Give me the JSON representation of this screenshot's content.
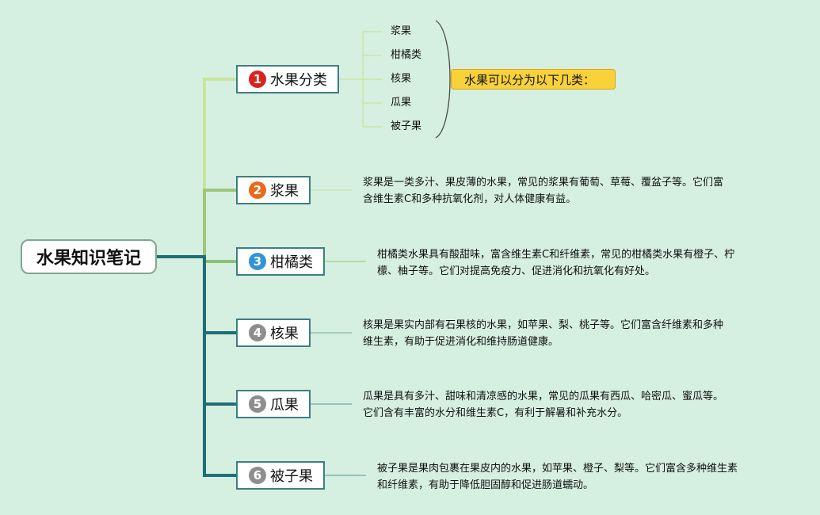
{
  "root": {
    "title": "水果知识笔记"
  },
  "branches": [
    {
      "num": "1",
      "label": "水果分类",
      "color": "#d9241c"
    },
    {
      "num": "2",
      "label": "浆果",
      "color": "#e86a1c"
    },
    {
      "num": "3",
      "label": "柑橘类",
      "color": "#2f94d9"
    },
    {
      "num": "4",
      "label": "核果",
      "color": "#8e8e8e"
    },
    {
      "num": "5",
      "label": "瓜果",
      "color": "#8e8e8e"
    },
    {
      "num": "6",
      "label": "被子果",
      "color": "#8e8e8e"
    }
  ],
  "categories": {
    "items": [
      "浆果",
      "柑橘类",
      "核果",
      "瓜果",
      "被子果"
    ],
    "summary": "水果可以分为以下几类："
  },
  "descriptions": [
    {
      "line1": "浆果是一类多汁、果皮薄的水果，常见的浆果有葡萄、草莓、覆盆子等。它们富",
      "line2": "含维生素C和多种抗氧化剂，对人体健康有益。"
    },
    {
      "line1": "柑橘类水果具有酸甜味，富含维生素C和纤维素，常见的柑橘类水果有橙子、柠",
      "line2": "檬、柚子等。它们对提高免疫力、促进消化和抗氧化有好处。"
    },
    {
      "line1": "核果是果实内部有石果核的水果，如苹果、梨、桃子等。它们富含纤维素和多种",
      "line2": "维生素，有助于促进消化和维持肠道健康。"
    },
    {
      "line1": "瓜果是具有多汁、甜味和清凉感的水果，常见的瓜果有西瓜、哈密瓜、蜜瓜等。",
      "line2": "它们含有丰富的水分和维生素C，有利于解暑和补充水分。"
    },
    {
      "line1": "被子果是果肉包裹在果皮内的水果，如苹果、橙子、梨等。它们富含多种维生素",
      "line2": "和纤维素，有助于降低胆固醇和促进肠道蠕动。"
    }
  ],
  "colors": {
    "background": "#d5efe1",
    "trunk": "#1f6e75",
    "light_branch": "#c6e39a"
  }
}
